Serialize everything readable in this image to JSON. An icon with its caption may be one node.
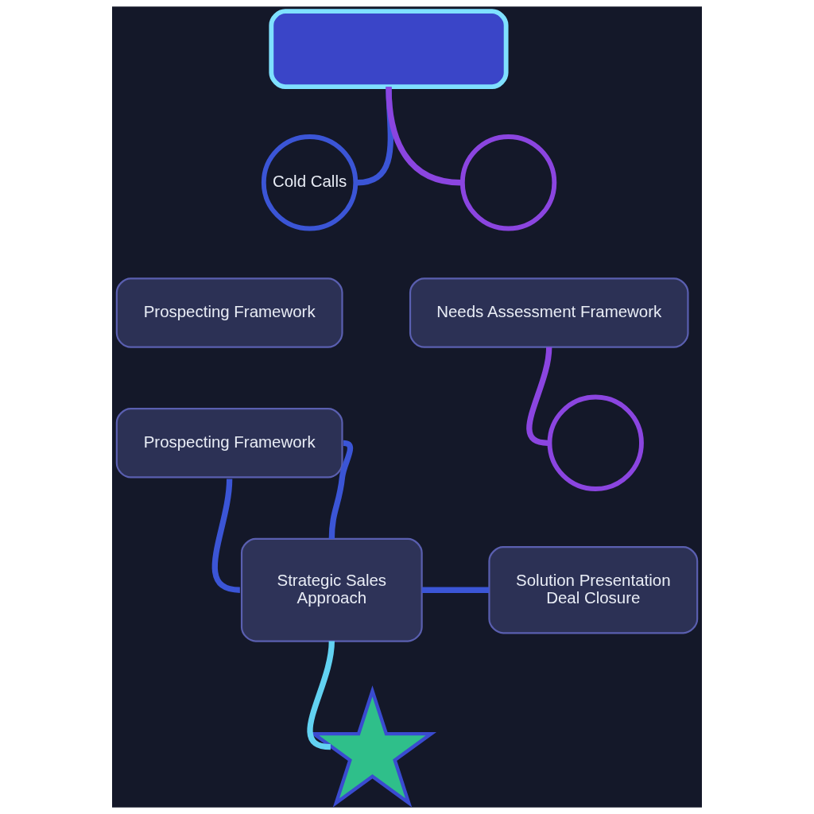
{
  "diagram": {
    "nodes": [
      {
        "text": [],
        "shape": "pill"
      },
      {
        "text": [
          "Cold Calls"
        ]
      },
      {
        "text": [],
        "shape": "circle"
      },
      {
        "text": [
          "Prospecting Framework"
        ]
      },
      {
        "text": [
          "Needs Assessment Framework"
        ]
      },
      {
        "text": [],
        "shape": "circle"
      },
      {
        "text": [
          "Prospecting Framework"
        ]
      },
      {
        "text": [
          "Strategic Sales",
          "Approach"
        ]
      },
      {
        "text": [
          "Solution Presentation",
          "Deal Closure"
        ]
      },
      {
        "text": [],
        "shape": "star"
      }
    ],
    "edges": [
      {
        "from": 0,
        "to": 1,
        "arrow": "none"
      },
      {
        "from": 0,
        "to": 2,
        "arrow": "none",
        "color": "#8b45e0"
      },
      {
        "from": 4,
        "to": 5,
        "arrow": "none",
        "color": "#8b45e0"
      },
      {
        "from": 6,
        "to": 7,
        "arrow": "none"
      },
      {
        "from": 6,
        "to": 7,
        "arrow": "none"
      },
      {
        "from": 7,
        "to": 8,
        "arrow": "none"
      },
      {
        "from": 7,
        "to": 9,
        "arrow": "none",
        "color": "#62d2f2"
      }
    ]
  }
}
